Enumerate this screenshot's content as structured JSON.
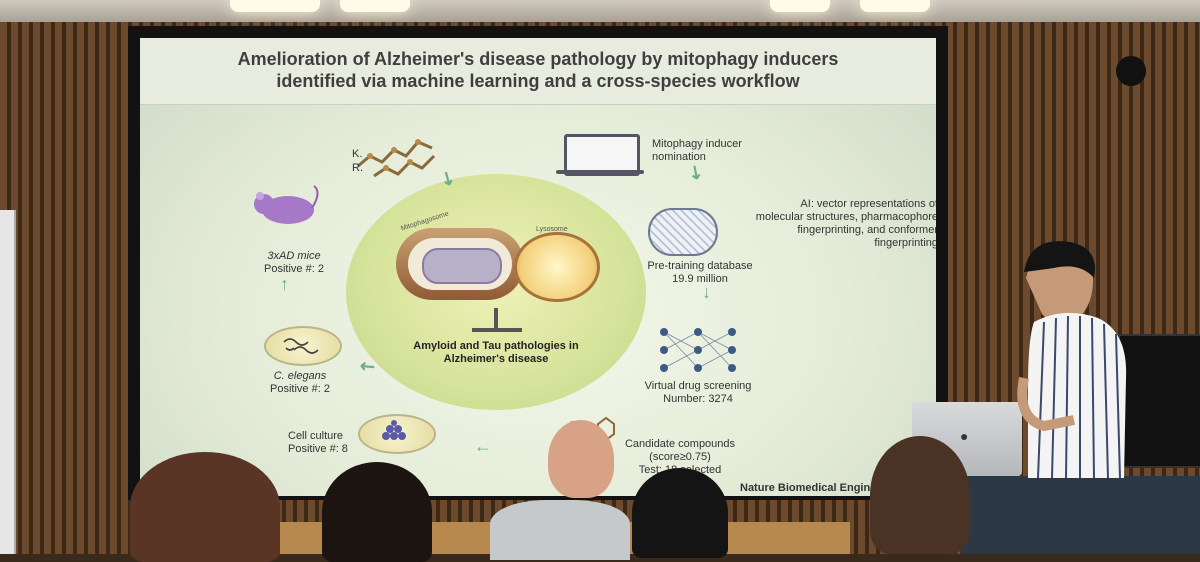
{
  "slide": {
    "title_line1": "Amelioration of Alzheimer's disease pathology by mitophagy inducers",
    "title_line2": "identified via machine learning and a cross-species workflow",
    "label_k": "K.",
    "label_r": "R.",
    "mitophagosome": "Mitophagosome",
    "lysosome": "Lysosome",
    "center_text_line1": "Amyloid and Tau pathologies in",
    "center_text_line2": "Alzheimer's disease",
    "step_nomination_line1": "Mitophagy inducer",
    "step_nomination_line2": "nomination",
    "step_ai_line1": "AI: vector representations of",
    "step_ai_line2": "molecular structures, pharmacophore",
    "step_ai_line3": "fingerprinting, and conformer",
    "step_ai_line4": "fingerprinting",
    "step_pretrain_line1": "Pre-training database",
    "step_pretrain_line2": "19.9 million",
    "step_screening_line1": "Virtual drug screening",
    "step_screening_line2": "Number: 3274",
    "step_candidates_line1": "Candidate compounds",
    "step_candidates_line2": "(score≥0.75)",
    "step_candidates_line3": "Test: 18 selected",
    "step_cell_line1": "Cell culture",
    "step_cell_line2": "Positive #: 8",
    "step_elegans_line1": "C. elegans",
    "step_elegans_line2": "Positive #: 2",
    "step_mice_line1": "3xAD mice",
    "step_mice_line2": "Positive #: 2",
    "footer": "Nature Biomedical Engineering"
  }
}
